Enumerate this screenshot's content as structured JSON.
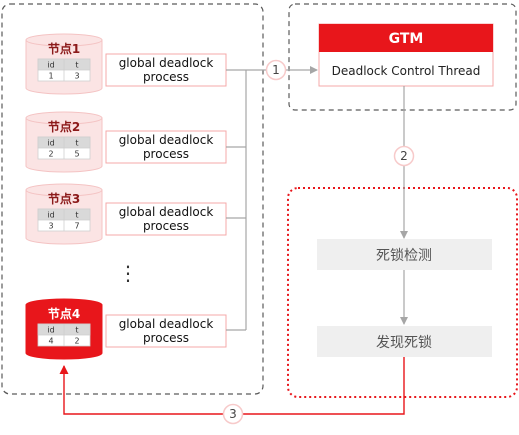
{
  "colors": {
    "accent": "#e8161b",
    "node_fill": "#fbe4e4",
    "node_border": "#f4c3c3",
    "node_label": "#8b1a1a",
    "box_border": "#f4a9a9",
    "gray_box": "#efefef",
    "gray_line": "#a6a6a6",
    "dash_gray": "#5a5a5a",
    "step_circle": "#f7caca"
  },
  "nodes": [
    {
      "label": "节点1",
      "cols": [
        "id",
        "t"
      ],
      "row": [
        "1",
        "3"
      ],
      "process": [
        "global deadlock",
        "process"
      ],
      "highlight": false
    },
    {
      "label": "节点2",
      "cols": [
        "id",
        "t"
      ],
      "row": [
        "2",
        "5"
      ],
      "process": [
        "global deadlock",
        "process"
      ],
      "highlight": false
    },
    {
      "label": "节点3",
      "cols": [
        "id",
        "t"
      ],
      "row": [
        "3",
        "7"
      ],
      "process": [
        "global deadlock",
        "process"
      ],
      "highlight": false
    },
    {
      "label": "节点4",
      "cols": [
        "id",
        "t"
      ],
      "row": [
        "4",
        "2"
      ],
      "process": [
        "global deadlock",
        "process"
      ],
      "highlight": true
    }
  ],
  "ellipsis": "⋮",
  "gtm": {
    "title": "GTM",
    "thread": "Deadlock Control Thread"
  },
  "detect": {
    "step1": "死锁检测",
    "step2": "发现死锁"
  },
  "steps": [
    "1",
    "2",
    "3"
  ]
}
